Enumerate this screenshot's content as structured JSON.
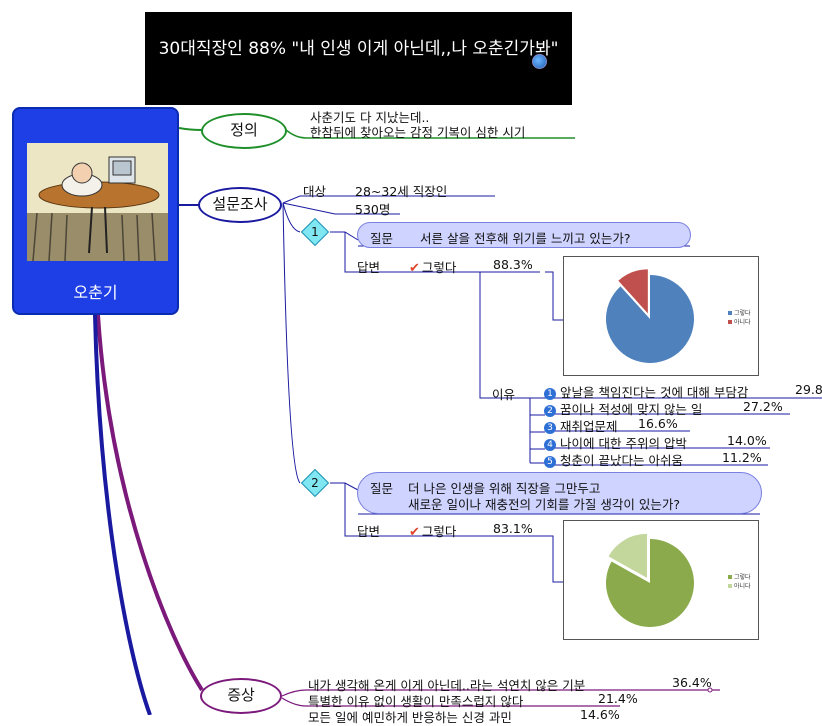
{
  "title": "30대직장인 88% \"내 인생 이게 아닌데,,나 오춘긴가봐\"",
  "central": {
    "label": "오춘기"
  },
  "definition": {
    "label": "정의",
    "lines": [
      "사춘기도 다 지났는데..",
      "한참뒤에 찾아오는 감정 기복이 심한 시기"
    ]
  },
  "survey": {
    "label": "설문조사",
    "target_label": "대상",
    "target_value": "28~32세 직장인",
    "count": "530명",
    "q1": {
      "num": "1",
      "q_label": "질문",
      "q_text": "서른 살을 전후해 위기를 느끼고 있는가?",
      "a_label": "답변",
      "a_text": "그렇다",
      "a_pct": "88.3%",
      "reason_label": "이유",
      "reasons": [
        {
          "n": "1",
          "text": "앞날을 책임진다는 것에 대해 부담감",
          "pct": "29.8"
        },
        {
          "n": "2",
          "text": "꿈이나 적성에 맞지 않는 일",
          "pct": "27.2%"
        },
        {
          "n": "3",
          "text": "재취업문제",
          "pct": "16.6%"
        },
        {
          "n": "4",
          "text": "나이에 대한 주위의 압박",
          "pct": "14.0%"
        },
        {
          "n": "5",
          "text": "청춘이 끝났다는 아쉬움",
          "pct": "11.2%"
        }
      ]
    },
    "q2": {
      "num": "2",
      "q_label": "질문",
      "q_line1": "더 나은 인생을 위해 직장을 그만두고",
      "q_line2": "새로운 일이나 재충전의 기회를 가질 생각이 있는가?",
      "a_label": "답변",
      "a_text": "그렇다",
      "a_pct": "83.1%"
    }
  },
  "symptoms": {
    "label": "증상",
    "items": [
      {
        "text": "내가 생각해 온게 이게 아닌데..라는 석연치 않은 기분",
        "pct": "36.4%"
      },
      {
        "text": "특별한 이유 없이 생활이 만족스럽지 않다",
        "pct": "21.4%"
      },
      {
        "text": "모든 일에 예민하게 반응하는 신경 과민",
        "pct": "14.6%"
      }
    ]
  },
  "chart_data": [
    {
      "type": "pie",
      "categories": [
        "그렇다",
        "아니다"
      ],
      "values": [
        88.3,
        11.7
      ],
      "colors": [
        "#4f81bd",
        "#c0504d"
      ],
      "legend": "right"
    },
    {
      "type": "pie",
      "categories": [
        "그렇다",
        "아니다"
      ],
      "values": [
        83.1,
        16.9
      ],
      "colors": [
        "#8aaa4c",
        "#c3d69b"
      ],
      "legend": "right"
    }
  ],
  "colors": {
    "central": "#1f3fe6",
    "definition_branch": "#1f8f2a",
    "survey_branch": "#1a1aa0",
    "symptom_branch": "#7b1a7b"
  }
}
